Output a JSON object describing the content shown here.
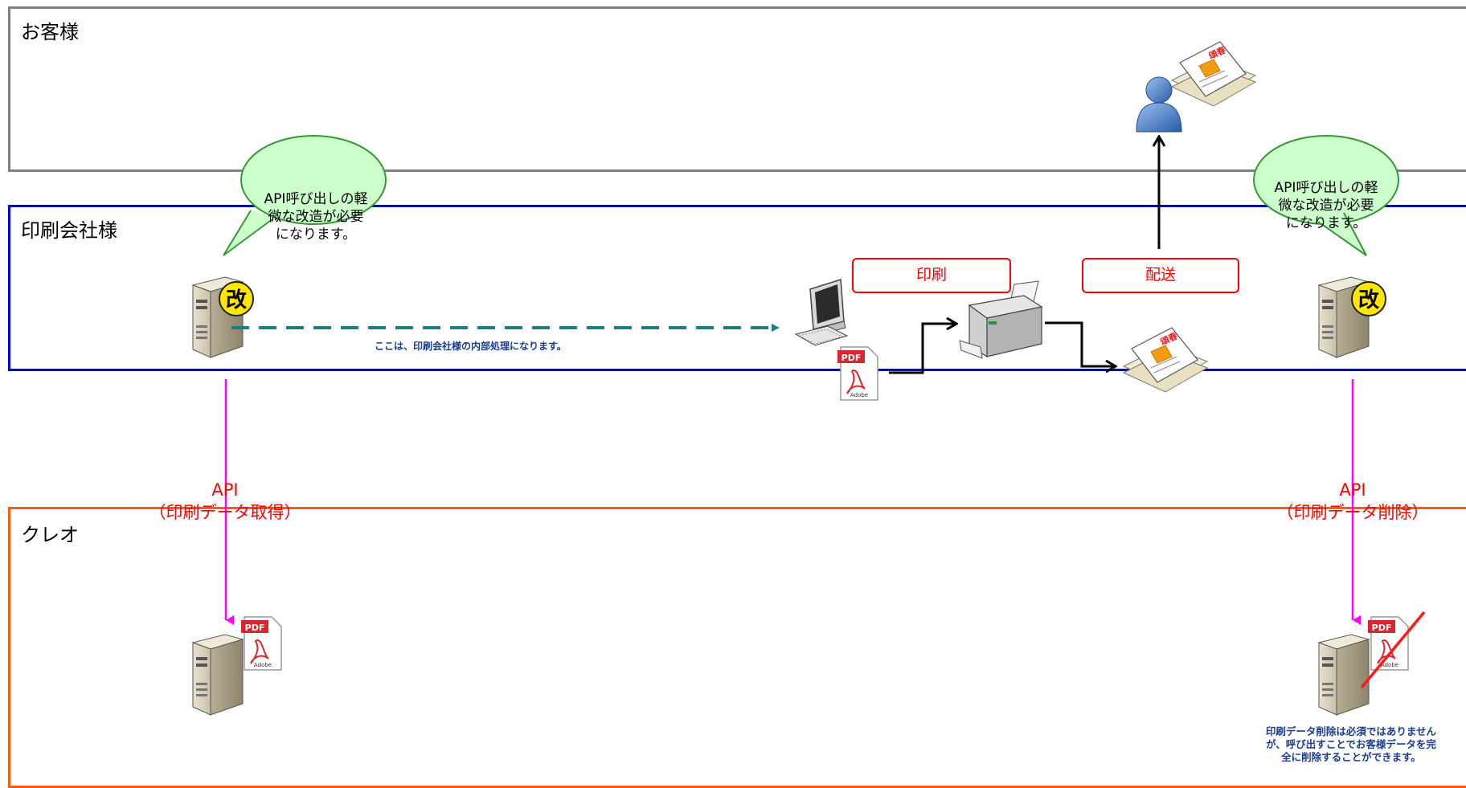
{
  "lanes": {
    "customer": "お客様",
    "printer": "印刷会社様",
    "creo": "クレオ"
  },
  "bubbles": {
    "left": [
      "API呼び出しの軽",
      "微な改造が必要",
      "になります。"
    ],
    "right": [
      "API呼び出しの軽",
      "微な改造が必要",
      "になります。"
    ]
  },
  "badges": {
    "modify": "改"
  },
  "process": {
    "print_label": "印刷",
    "ship_label": "配送",
    "internal_note": "ここは、印刷会社様の内部処理になります。"
  },
  "api": {
    "left_line1": "API",
    "left_line2": "（印刷データ取得）",
    "right_line1": "API",
    "right_line2": "（印刷データ削除）"
  },
  "icons": {
    "pdf_label": "PDF",
    "adobe_label": "Adobe",
    "postcard_label": "頌春"
  },
  "delete_note": [
    "印刷データ削除は必須ではありません",
    "が、呼び出すことでお客様データを完",
    "全に削除することができます。"
  ],
  "colors": {
    "customer_border": "#808080",
    "printer_border": "#0000dd",
    "creo_border": "#ff5a14",
    "api_arrow": "#ff00ff",
    "dashed_arrow": "#1f7f7f",
    "bubble_fill": "#ccffcc",
    "bubble_stroke": "#339933",
    "badge_fill": "#ffe600",
    "label_red": "#ff0000"
  }
}
